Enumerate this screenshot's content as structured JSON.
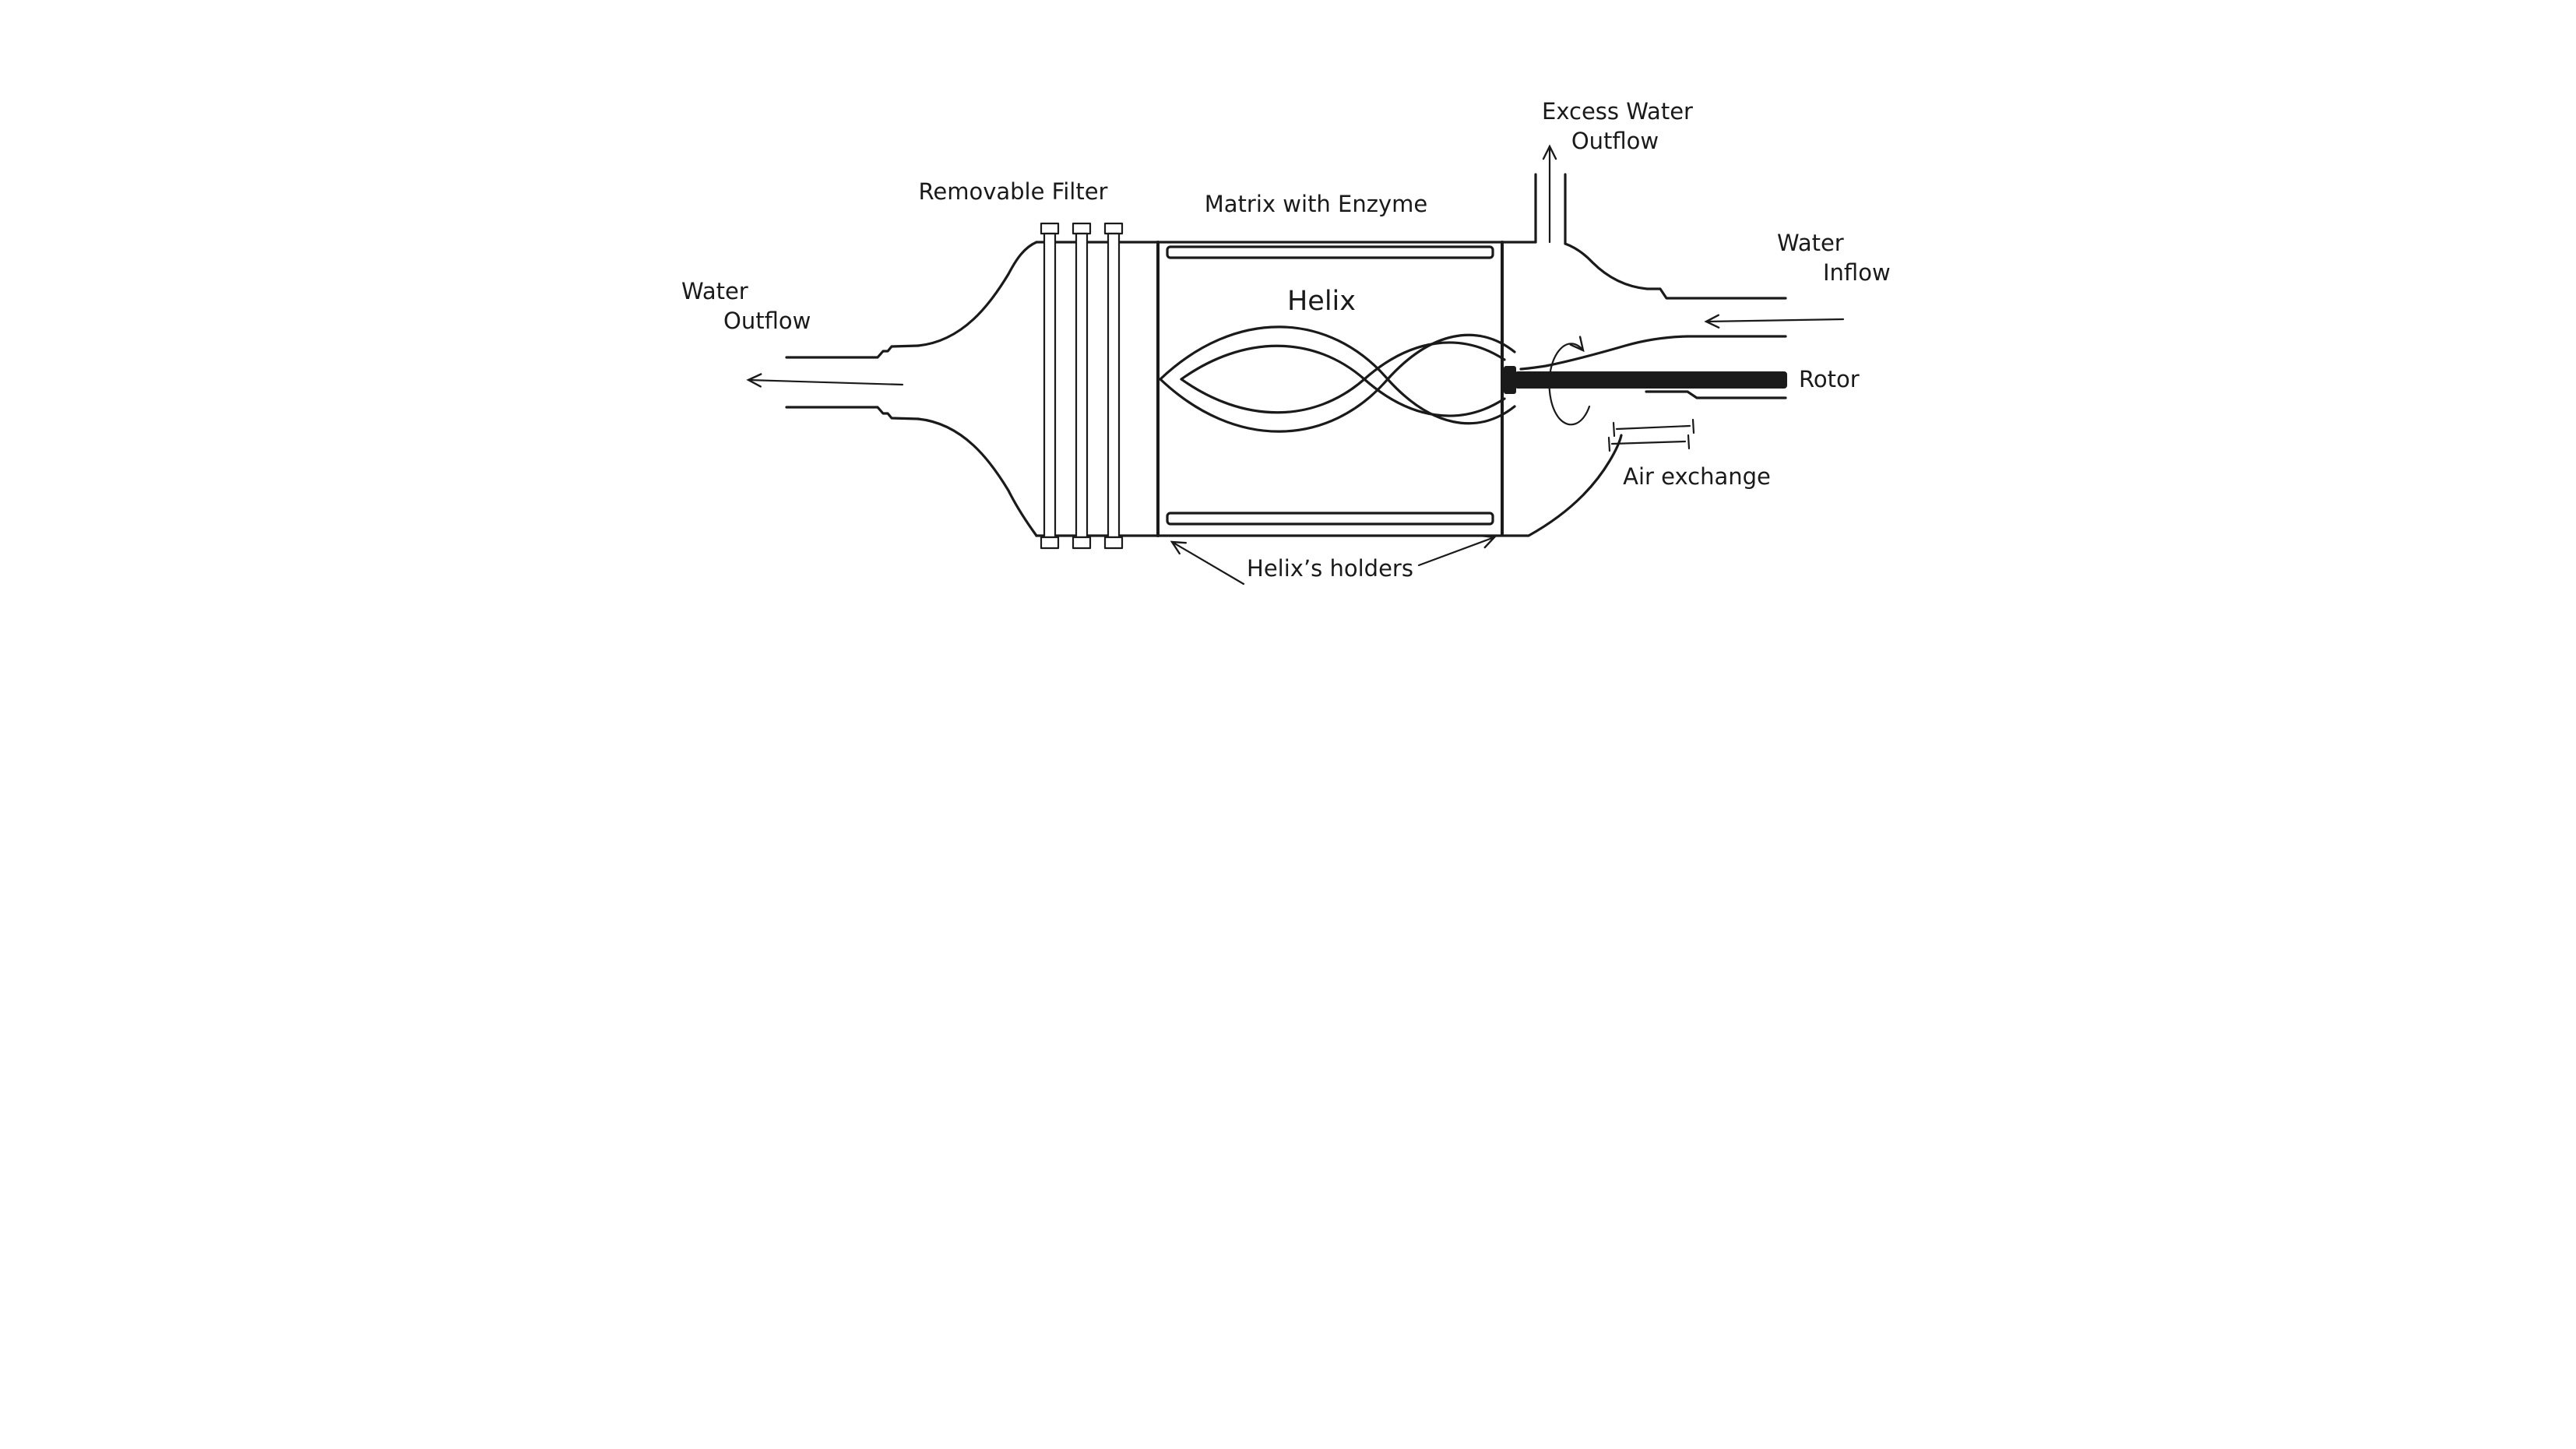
{
  "colors": {
    "ink": "#1a1a1a",
    "background": "#ffffff"
  },
  "labels": {
    "water_outflow_1": "Water",
    "water_outflow_2": "Outflow",
    "removable_filter": "Removable Filter",
    "matrix_with_enzyme": "Matrix with Enzyme",
    "helix": "Helix",
    "excess_water_1": "Excess Water",
    "excess_water_2": "Outflow",
    "water_inflow_1": "Water",
    "water_inflow_2": "Inflow",
    "rotor": "Rotor",
    "air_exchange": "Air exchange",
    "helix_holders": "Helix’s holders"
  }
}
